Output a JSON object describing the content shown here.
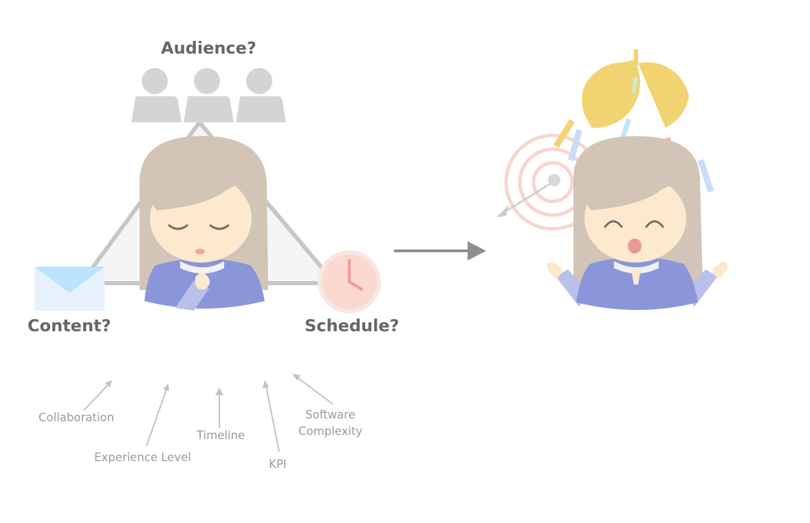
{
  "labels": {
    "audience": "Audience?",
    "content": "Content?",
    "schedule": "Schedule?"
  },
  "factors": {
    "collaboration": "Collaboration",
    "experience": "Experience Level",
    "timeline": "Timeline",
    "kpi": "KPI",
    "software_line1": "Software",
    "software_line2": "Complexity"
  },
  "colors": {
    "label_text": "#666666",
    "factor_text": "#9a9a9a",
    "hair": "#d2c4b7",
    "skin": "#fdeace",
    "sweater": "#8b96da",
    "triangle": "#c6c6c6",
    "person_icon": "#d4d4d4",
    "envelope": "#b9e4fc",
    "clock": "#fbd8d0",
    "confetti_yellow": "#f2d372",
    "target_rings": "#f8d4d2"
  },
  "icons": [
    "person-icon",
    "envelope-icon",
    "clock-icon",
    "target-icon",
    "arrow-right-icon",
    "confetti-icon"
  ]
}
